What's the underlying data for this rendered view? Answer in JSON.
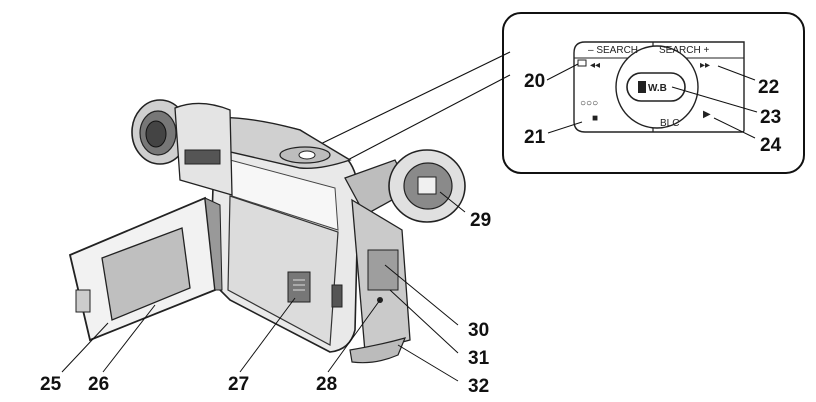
{
  "inset": {
    "search_minus": "– SEARCH",
    "search_plus": "SEARCH +",
    "rewind_symbol": "◂◂",
    "forward_symbol": "▸▸",
    "play_symbol": "▶",
    "stop_symbol": "■",
    "wb_label": "W.B",
    "blc_label": "BLC",
    "dots_symbol": "○○○"
  },
  "callouts": {
    "n20": "20",
    "n21": "21",
    "n22": "22",
    "n23": "23",
    "n24": "24",
    "n25": "25",
    "n26": "26",
    "n27": "27",
    "n28": "28",
    "n29": "29",
    "n30": "30",
    "n31": "31",
    "n32": "32"
  }
}
